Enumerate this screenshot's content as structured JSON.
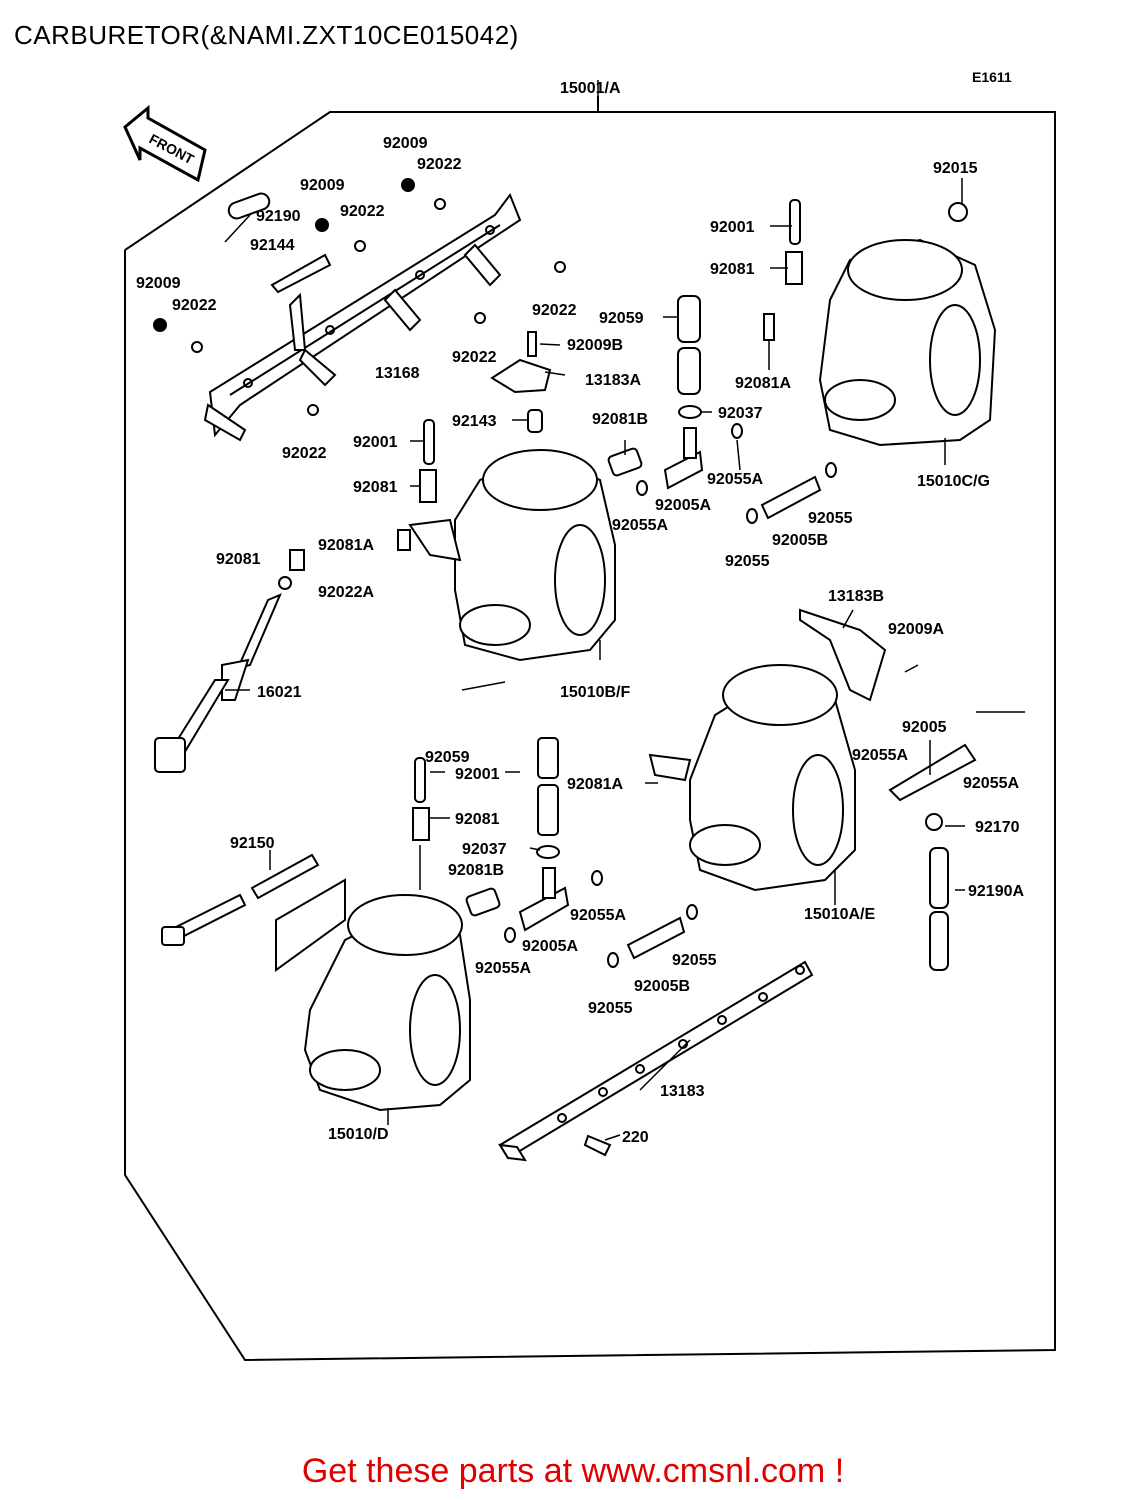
{
  "title": "CARBURETOR(&NAMI.ZXT10CE015042)",
  "code": "E1611",
  "front_label": "FRONT",
  "footer_text": "Get these parts at www.cmsnl.com !",
  "parts": {
    "assembly": "15001/A",
    "p92009_a": "92009",
    "p92022_a": "92022",
    "p92009_b": "92009",
    "p92190": "92190",
    "p92022_b": "92022",
    "p92144": "92144",
    "p92009_c": "92009",
    "p92022_c": "92022",
    "p92022_d": "92022",
    "p92022_e": "92022",
    "p13168": "13168",
    "p92022_f": "92022",
    "p92009B": "92009B",
    "p13183A": "13183A",
    "p92143": "92143",
    "p92059_a": "92059",
    "p92037_a": "92037",
    "p92081B_a": "92081B",
    "p92001_a": "92001",
    "p92081_a": "92081",
    "p92055A_a": "92055A",
    "p92005A_a": "92005A",
    "p92055A_b": "92055A",
    "p92055_a": "92055",
    "p92005B_a": "92005B",
    "p92055_b": "92055",
    "p92015": "92015",
    "p92001_b": "92001",
    "p92081_b": "92081",
    "p92081A_a": "92081A",
    "p15010CG": "15010C/G",
    "p92081A_b": "92081A",
    "p92081_c": "92081",
    "p92022A": "92022A",
    "p16021": "16021",
    "p15010BF": "15010B/F",
    "p13183B": "13183B",
    "p92009A": "92009A",
    "p92005": "92005",
    "p92055A_c": "92055A",
    "p92055A_d": "92055A",
    "p92170": "92170",
    "p92190A": "92190A",
    "p15010AE": "15010A/E",
    "p92059_b": "92059",
    "p92001_c": "92001",
    "p92081A_c": "92081A",
    "p92081_d": "92081",
    "p92037_b": "92037",
    "p92081B_b": "92081B",
    "p92150": "92150",
    "p92055A_e": "92055A",
    "p92005A_b": "92005A",
    "p92055A_f": "92055A",
    "p92055_c": "92055",
    "p92005B_b": "92005B",
    "p92055_d": "92055",
    "p13183": "13183",
    "p220": "220",
    "p15010D": "15010/D"
  }
}
